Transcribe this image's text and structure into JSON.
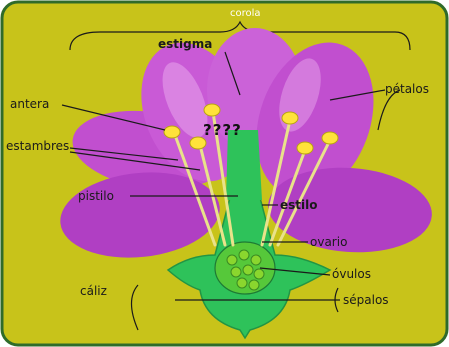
{
  "diagram": {
    "colors": {
      "background": "#c8c31a",
      "frame": "#2f6b2a",
      "petal": "#c14fcf",
      "petal_light": "#e7a6ec",
      "receptacle": "#2ec25a",
      "ovule": "#8ad62e",
      "anther": "#ffe23a",
      "filament": "#e9e28a"
    },
    "labels": {
      "top": "corola",
      "estigma": "estigma",
      "petalos": "pétalos",
      "antera": "antera",
      "estambres": "estambres",
      "question": "????",
      "pistilo": "pistilo",
      "estilo": "estilo",
      "ovario": "ovario",
      "ovulos": "óvulos",
      "caliz": "cáliz",
      "sepalos": "sépalos"
    }
  }
}
